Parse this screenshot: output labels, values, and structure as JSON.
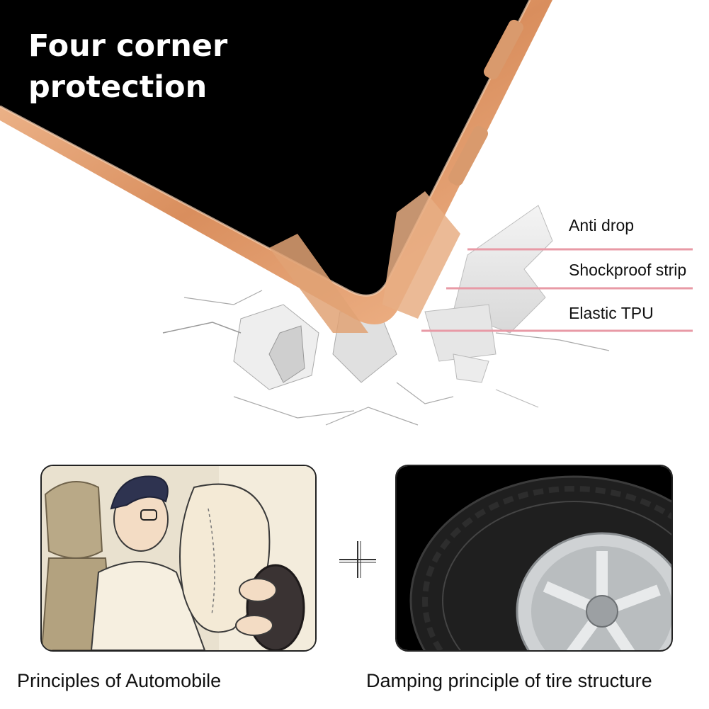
{
  "headline": {
    "line1": "Four corner",
    "line2": "protection"
  },
  "features": [
    "Anti drop",
    "Shockproof strip",
    "Elastic TPU"
  ],
  "panels": {
    "left_caption": "Principles of Automobile",
    "right_caption": "Damping principle of tire structure"
  },
  "colors": {
    "bumper": "#e3a174",
    "accent_line": "#e89aa6",
    "phone": "#000000"
  }
}
